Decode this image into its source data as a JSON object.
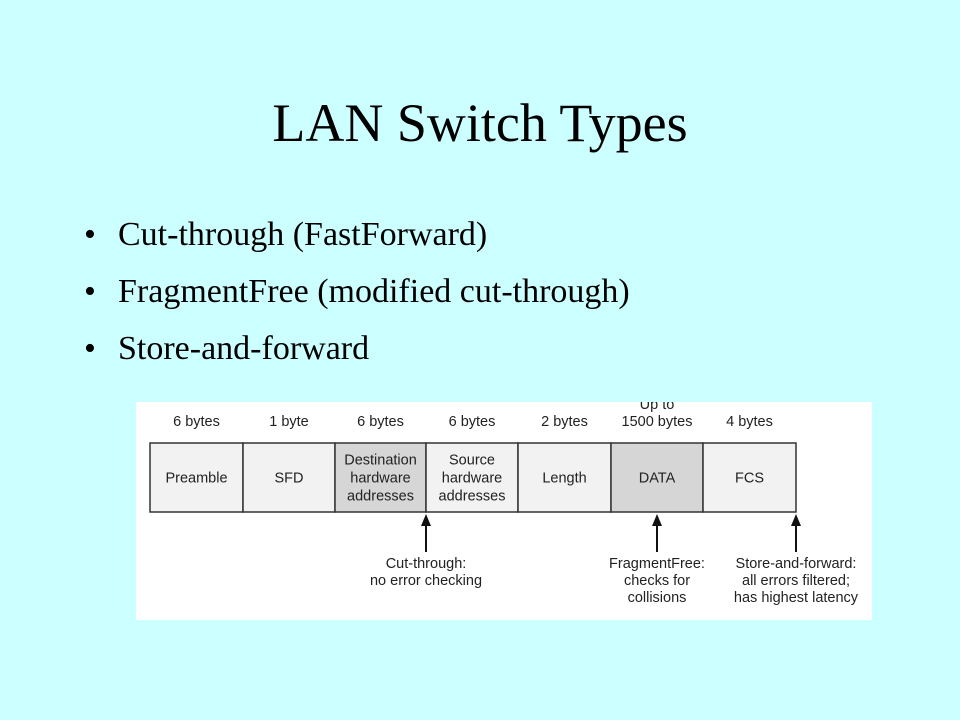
{
  "slide": {
    "title": "LAN Switch Types",
    "bullets": [
      "Cut-through (FastForward)",
      "FragmentFree (modified cut-through)",
      "Store-and-forward"
    ]
  },
  "frame": {
    "fields": [
      {
        "size": "6 bytes",
        "label": [
          "Preamble"
        ],
        "shaded": false
      },
      {
        "size": "1 byte",
        "label": [
          "SFD"
        ],
        "shaded": false
      },
      {
        "size": "6 bytes",
        "label": [
          "Destination",
          "hardware",
          "addresses"
        ],
        "shaded": true
      },
      {
        "size": "6 bytes",
        "label": [
          "Source",
          "hardware",
          "addresses"
        ],
        "shaded": false
      },
      {
        "size": "2 bytes",
        "label": [
          "Length"
        ],
        "shaded": false
      },
      {
        "size": [
          "Up to",
          "1500 bytes"
        ],
        "label": [
          "DATA"
        ],
        "shaded": true
      },
      {
        "size": "4 bytes",
        "label": [
          "FCS"
        ],
        "shaded": false
      }
    ],
    "annotations": [
      {
        "lines": [
          "Cut-through:",
          "no error checking"
        ]
      },
      {
        "lines": [
          "FragmentFree:",
          "checks for",
          "collisions"
        ]
      },
      {
        "lines": [
          "Store-and-forward:",
          "all errors filtered;",
          "has highest latency"
        ]
      }
    ]
  },
  "colors": {
    "background": "#ccffff",
    "shaded_field": "#d6d6d6",
    "plain_field": "#f2f2f2",
    "stroke": "#333333"
  }
}
